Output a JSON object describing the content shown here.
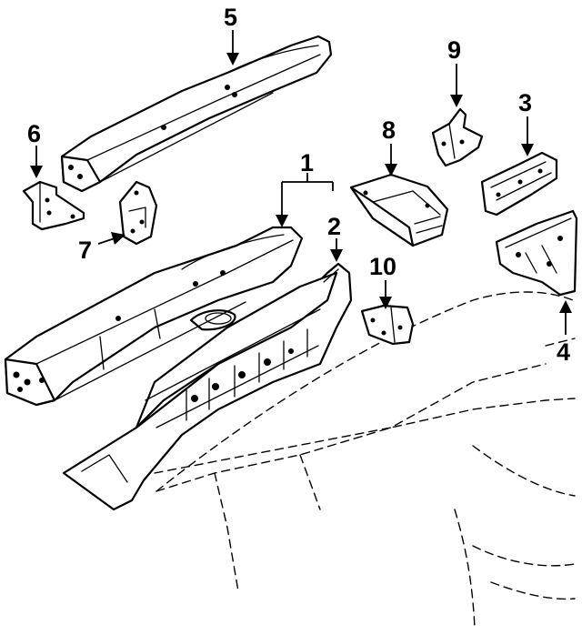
{
  "diagram": {
    "callouts": [
      {
        "id": "1",
        "label": "1"
      },
      {
        "id": "2",
        "label": "2"
      },
      {
        "id": "3",
        "label": "3"
      },
      {
        "id": "4",
        "label": "4"
      },
      {
        "id": "5",
        "label": "5"
      },
      {
        "id": "6",
        "label": "6"
      },
      {
        "id": "7",
        "label": "7"
      },
      {
        "id": "8",
        "label": "8"
      },
      {
        "id": "9",
        "label": "9"
      },
      {
        "id": "10",
        "label": "10"
      }
    ]
  },
  "colors": {
    "line": "#000000",
    "background": "#ffffff"
  }
}
